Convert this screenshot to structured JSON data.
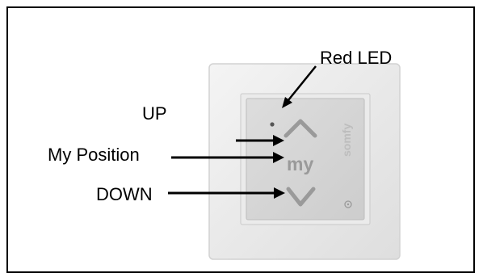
{
  "labels": {
    "red_led": "Red LED",
    "up": "UP",
    "my_position": "My Position",
    "down": "DOWN"
  },
  "device": {
    "my_button_text": "my",
    "brand_text": "somfy",
    "face_color": "#d7d7d7",
    "frame_color": "#eeeeee",
    "led_color": "#555555",
    "symbol_color": "#9a9a9a"
  },
  "icons": {
    "up": "chevron-up-icon",
    "down": "chevron-down-icon",
    "info": "info-icon"
  }
}
